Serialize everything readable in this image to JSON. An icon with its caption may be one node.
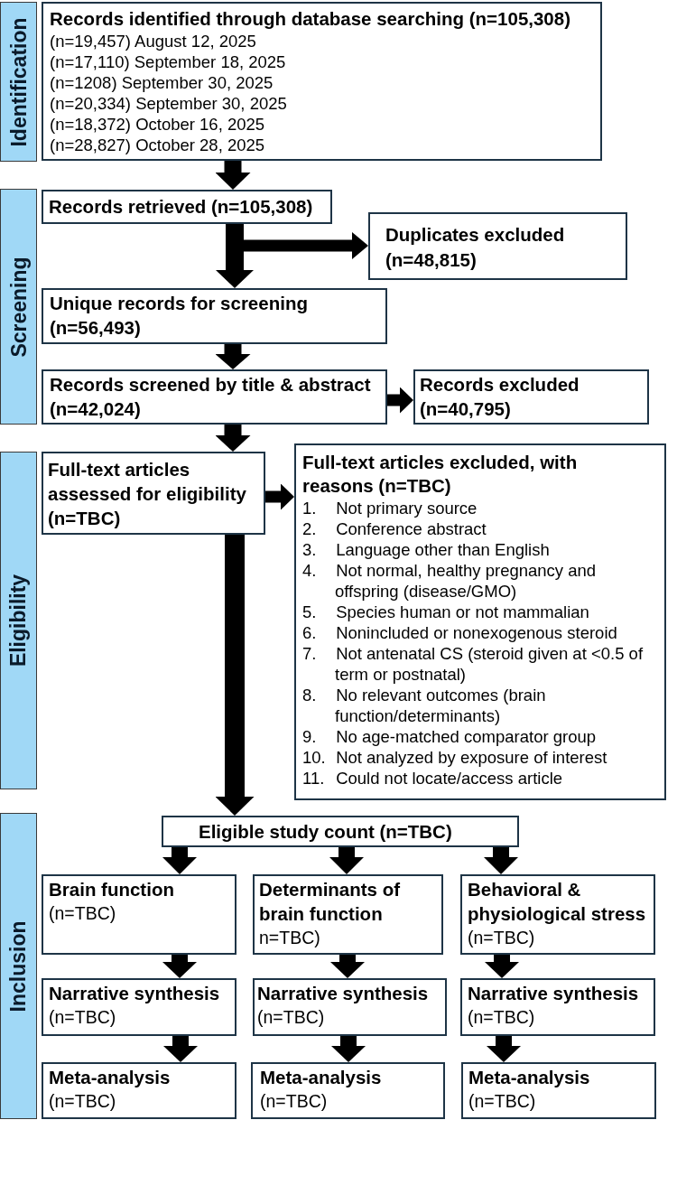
{
  "diagram": {
    "nodes": [
      {
        "text": [
          "Identification"
        ]
      },
      {
        "text": [
          "Records identified through database searching (n=105,308)",
          "(n=19,457) August 12, 2025",
          "(n=17,110) September 18, 2025",
          "(n=1208) September 30, 2025",
          "(n=20,334) September 30, 2025",
          "(n=18,372) October 16, 2025",
          "(n=28,827) October 28, 2025"
        ]
      },
      {
        "text": [
          "Screening"
        ]
      },
      {
        "text": [
          "Records retrieved (n=105,308)"
        ]
      },
      {
        "text": [
          "Duplicates excluded (n=48,815)"
        ]
      },
      {
        "text": [
          "Unique records for screening (n=56,493)"
        ]
      },
      {
        "text": [
          "Records screened by title & abstract (n=42,024)"
        ]
      },
      {
        "text": [
          "Records excluded (n=40,795)"
        ]
      },
      {
        "text": [
          "Eligibility"
        ]
      },
      {
        "text": [
          "Full-text articles assessed for eligibility (n=TBC)"
        ]
      },
      {
        "text": [
          "Full-text articles excluded, with reasons (n=TBC)",
          "1. Not primary source",
          "2. Conference abstract",
          "3. Language other than English",
          "4. Not normal, healthy pregnancy and offspring (disease/GMO)",
          "5. Species human or not mammalian",
          "6. Nonincluded or nonexogenous steroid",
          "7. Not antenatal CS (steroid given at <0.5 of term or postnatal)",
          "8. No relevant outcomes (brain function/determinants)",
          "9. No age-matched comparator group",
          "10. Not analyzed by exposure of interest",
          "11. Could not locate/access article"
        ]
      },
      {
        "text": [
          "Inclusion"
        ]
      },
      {
        "text": [
          "Eligible study count (n=TBC)"
        ]
      },
      {
        "text": [
          "Brain function",
          "(n=TBC)"
        ]
      },
      {
        "text": [
          "Determinants of brain function",
          "n=TBC)"
        ]
      },
      {
        "text": [
          "Behavioral & physiological stress",
          "(n=TBC)"
        ]
      },
      {
        "text": [
          "Narrative synthesis",
          "(n=TBC)"
        ]
      },
      {
        "text": [
          "Narrative synthesis",
          "(n=TBC)"
        ]
      },
      {
        "text": [
          "Narrative synthesis",
          "(n=TBC)"
        ]
      },
      {
        "text": [
          "Meta-analysis",
          "(n=TBC)"
        ]
      },
      {
        "text": [
          "Meta-analysis",
          "(n=TBC)"
        ]
      },
      {
        "text": [
          "Meta-analysis",
          "(n=TBC)"
        ]
      }
    ],
    "edges": [
      {
        "from": 1,
        "to": 3,
        "arrow": "to"
      },
      {
        "from": 3,
        "to": 5,
        "arrow": "to"
      },
      {
        "from": 3,
        "to": 4,
        "arrow": "to"
      },
      {
        "from": 5,
        "to": 6,
        "arrow": "to"
      },
      {
        "from": 6,
        "to": 7,
        "arrow": "to"
      },
      {
        "from": 6,
        "to": 9,
        "arrow": "to"
      },
      {
        "from": 9,
        "to": 10,
        "arrow": "to"
      },
      {
        "from": 9,
        "to": 12,
        "arrow": "to"
      },
      {
        "from": 12,
        "to": 13,
        "arrow": "to"
      },
      {
        "from": 12,
        "to": 14,
        "arrow": "to"
      },
      {
        "from": 12,
        "to": 15,
        "arrow": "to"
      },
      {
        "from": 13,
        "to": 16,
        "arrow": "to"
      },
      {
        "from": 14,
        "to": 17,
        "arrow": "to"
      },
      {
        "from": 15,
        "to": 18,
        "arrow": "to"
      },
      {
        "from": 16,
        "to": 19,
        "arrow": "to"
      },
      {
        "from": 17,
        "to": 20,
        "arrow": "to"
      },
      {
        "from": 18,
        "to": 21,
        "arrow": "to"
      }
    ]
  }
}
